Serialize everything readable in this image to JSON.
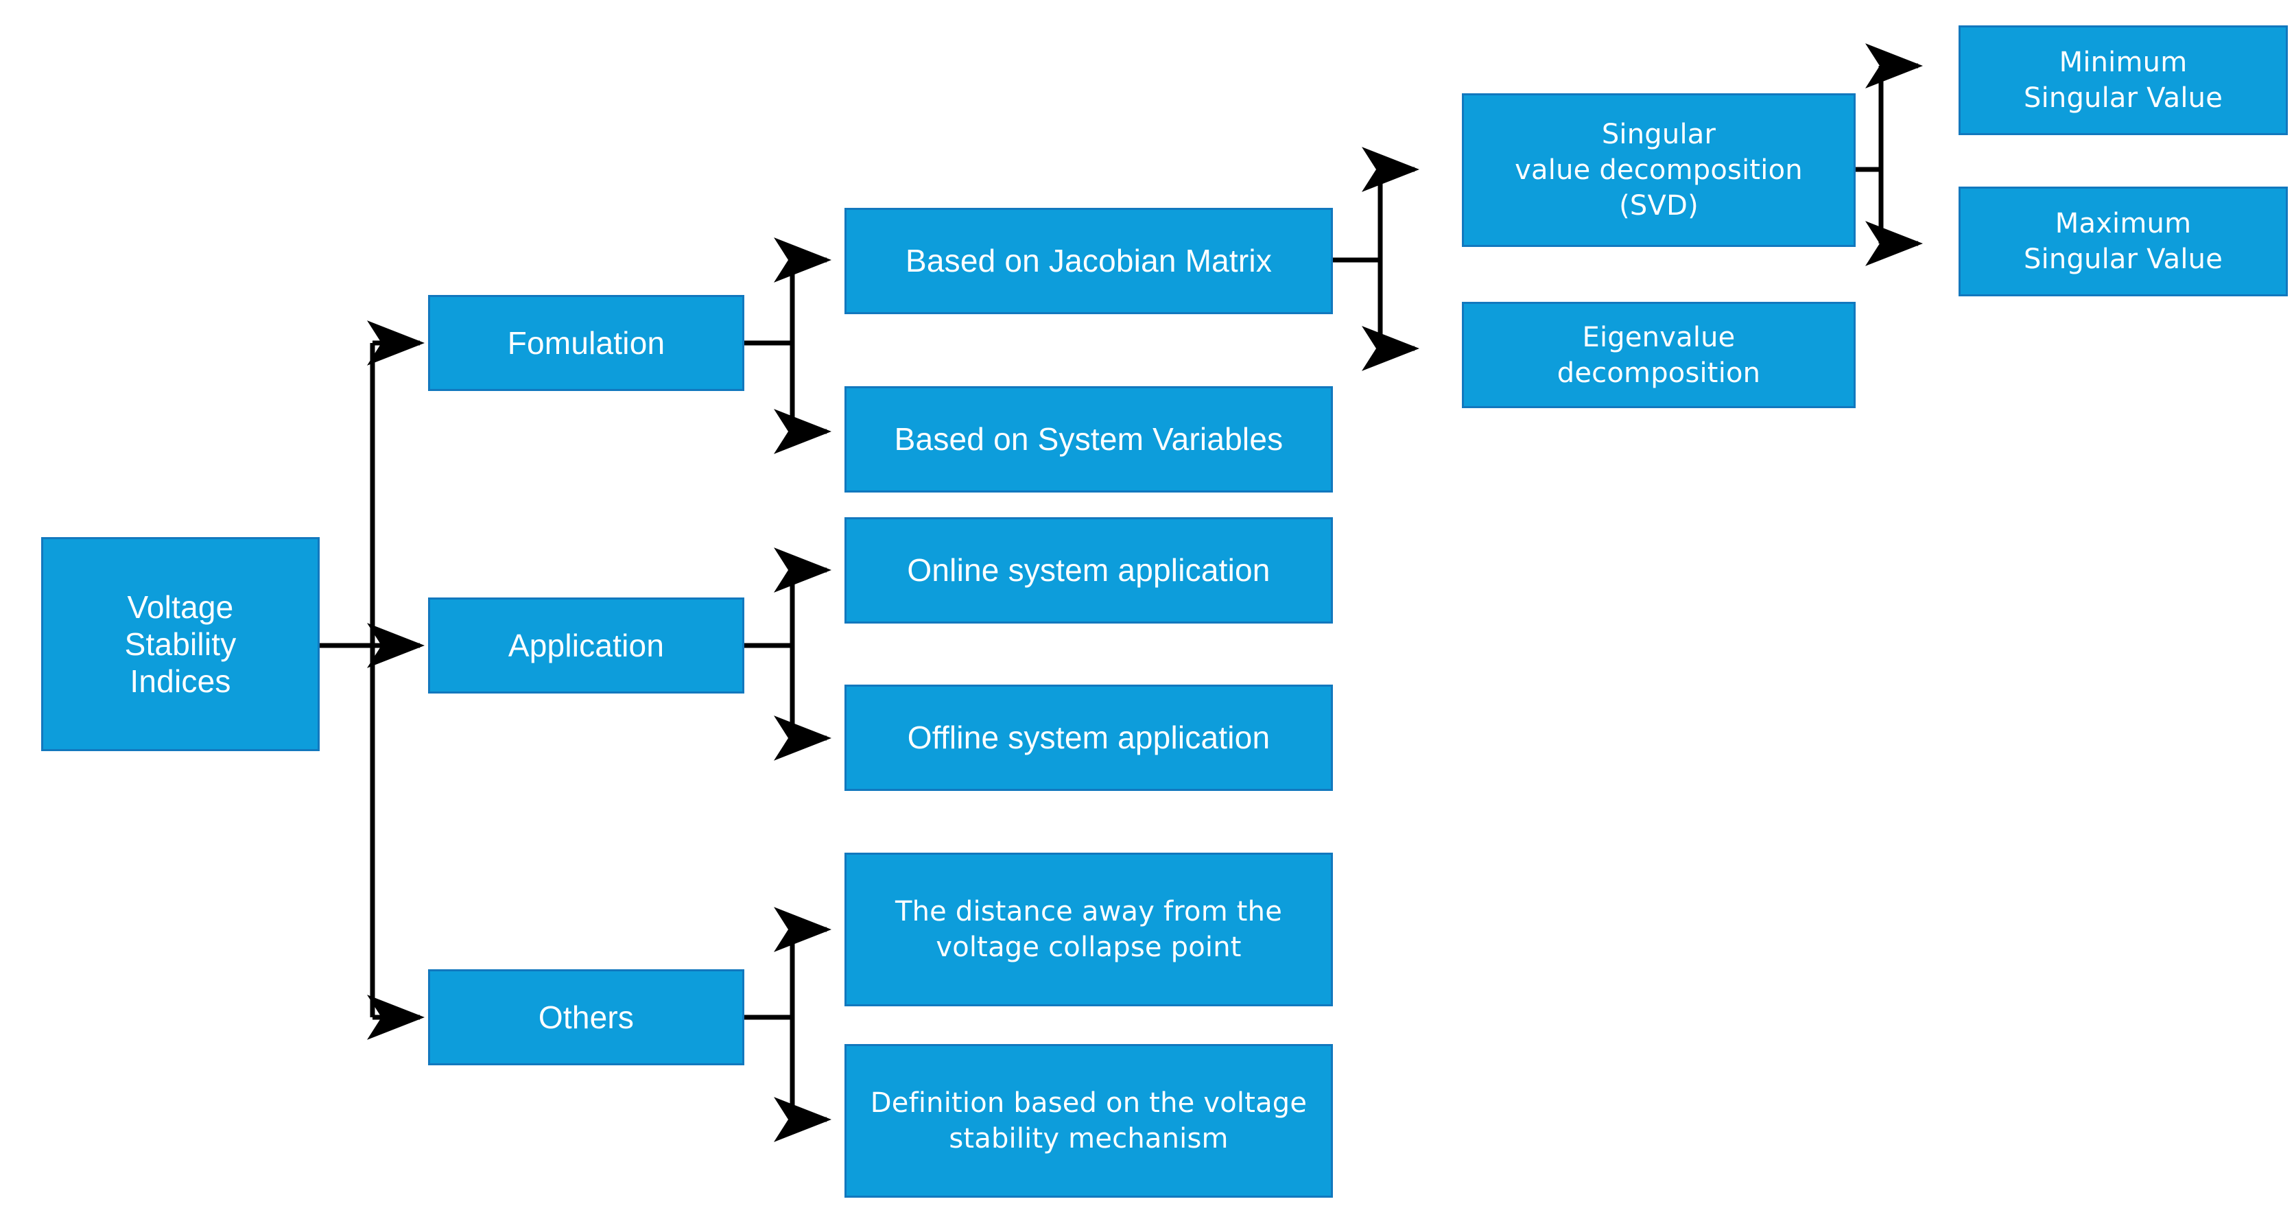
{
  "diagram": {
    "title": "Voltage Stability Indices classification tree",
    "type": "hierarchy-tree",
    "orientation": "left-to-right",
    "colors": {
      "node_fill": "#0D9DDB",
      "node_border": "#1278BE",
      "node_text": "#FFFFFF",
      "connector": "#000000",
      "background": "#FFFFFF"
    },
    "root": {
      "label": "Voltage\nStability\nIndices"
    },
    "level2": [
      {
        "label": "Fomulation"
      },
      {
        "label": "Application"
      },
      {
        "label": "Others"
      }
    ],
    "level3": {
      "formulation": [
        {
          "label": "Based on Jacobian Matrix"
        },
        {
          "label": "Based on System Variables"
        }
      ],
      "application": [
        {
          "label": "Online system application"
        },
        {
          "label": "Offline system application"
        }
      ],
      "others": [
        {
          "label": "The distance away from the\nvoltage collapse point"
        },
        {
          "label": "Definition based on the voltage\nstability mechanism"
        }
      ]
    },
    "level4": {
      "jacobian": [
        {
          "label": "Singular\nvalue decomposition\n(SVD)"
        },
        {
          "label": "Eigenvalue\ndecomposition"
        }
      ]
    },
    "level5": {
      "svd": [
        {
          "label": "Minimum\nSingular Value"
        },
        {
          "label": "Maximum\nSingular Value"
        }
      ]
    }
  }
}
